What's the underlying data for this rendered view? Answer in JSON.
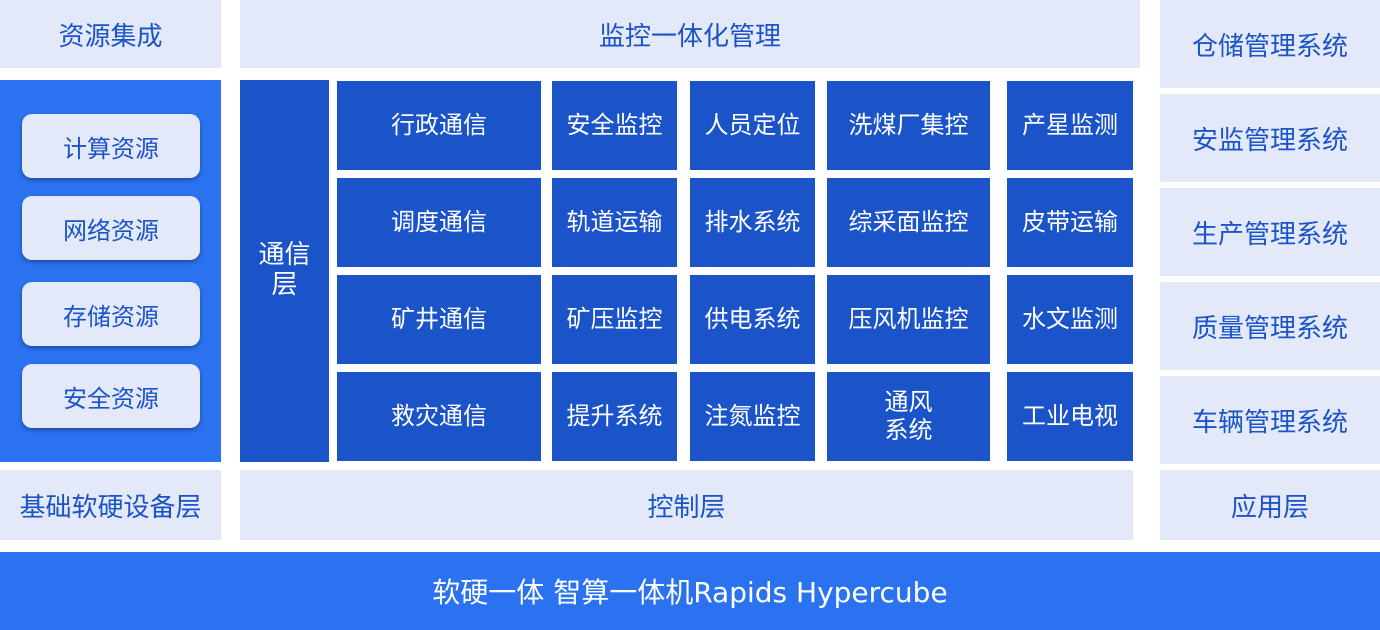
{
  "left": {
    "title": "资源集成",
    "resources": [
      "计算资源",
      "网络资源",
      "存储资源",
      "安全资源"
    ],
    "footer": "基础软硬设备层"
  },
  "middle": {
    "title": "监控一体化管理",
    "comm_layer": "通信层",
    "grid": [
      [
        "行政通信",
        "安全监控",
        "人员定位",
        "洗煤厂集控",
        "产星监测"
      ],
      [
        "调度通信",
        "轨道运输",
        "排水系统",
        "综采面监控",
        "皮带运输"
      ],
      [
        "矿井通信",
        "矿压监控",
        "供电系统",
        "压风机监控",
        "水文监测"
      ],
      [
        "救灾通信",
        "提升系统",
        "注氮监控",
        "通风\n系统",
        "工业电视"
      ]
    ],
    "footer": "控制层"
  },
  "right": {
    "systems": [
      "仓储管理系统",
      "安监管理系统",
      "生产管理系统",
      "质量管理系统",
      "车辆管理系统"
    ],
    "footer": "应用层"
  },
  "bottom": "软硬一体  智算一体机Rapids Hypercube"
}
